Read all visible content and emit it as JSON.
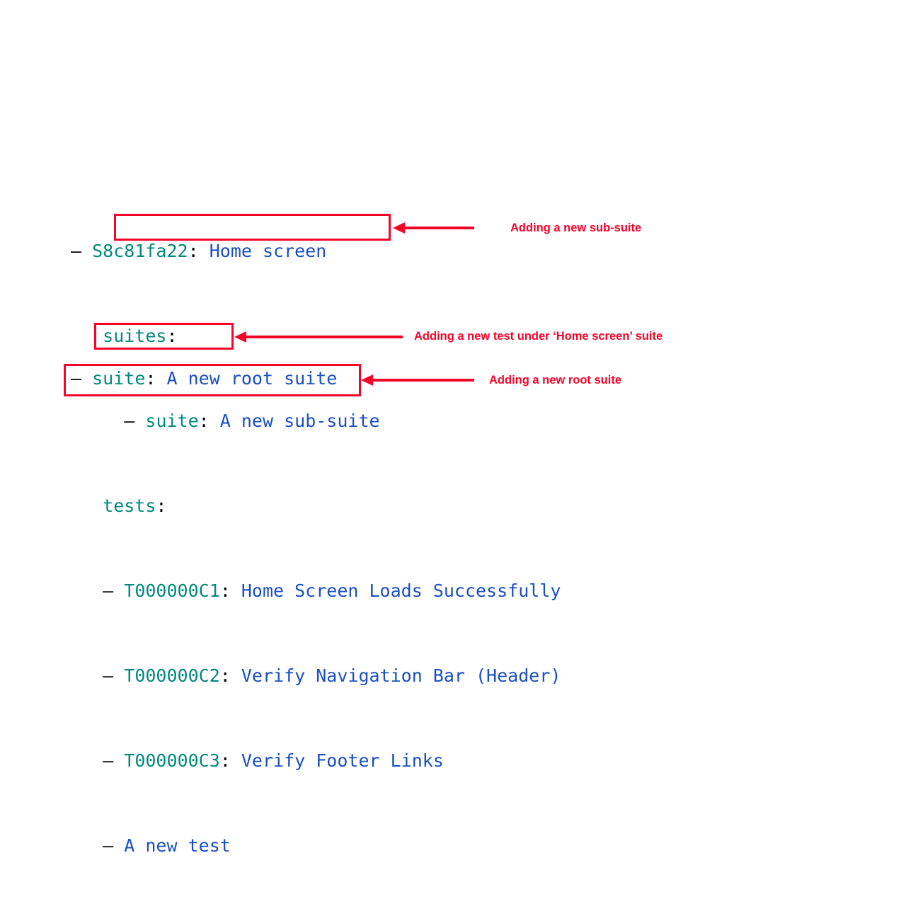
{
  "tree": {
    "root": {
      "bullet": "–",
      "id": "S8c81fa22",
      "colon": ":",
      "title": "Home screen"
    },
    "suites_label": "suites",
    "suites_colon": ":",
    "sub_suite": {
      "bullet": "–",
      "key": "suite",
      "colon": ":",
      "value": "A new sub-suite"
    },
    "tests_label": "tests",
    "tests_colon": ":",
    "tests": [
      {
        "bullet": "–",
        "id": "T000000C1",
        "colon": ":",
        "title": "Home Screen Loads Successfully"
      },
      {
        "bullet": "–",
        "id": "T000000C2",
        "colon": ":",
        "title": "Verify Navigation Bar (Header)"
      },
      {
        "bullet": "–",
        "id": "T000000C3",
        "colon": ":",
        "title": "Verify Footer Links"
      }
    ],
    "new_test": {
      "bullet": "–",
      "title": "A new test"
    },
    "root_suite": {
      "bullet": "–",
      "key": "suite",
      "colon": ":",
      "value": "A new root suite"
    }
  },
  "annotations": {
    "sub_suite_note": "Adding a new sub-suite",
    "new_test_note": "Adding a new test under ‘Home screen’ suite",
    "root_suite_note": "Adding a new root suite"
  },
  "colors": {
    "key": "#00897b",
    "value": "#1a4fc4",
    "punctuation": "#000000",
    "highlight": "#f5042a",
    "background": "#ffffff"
  }
}
